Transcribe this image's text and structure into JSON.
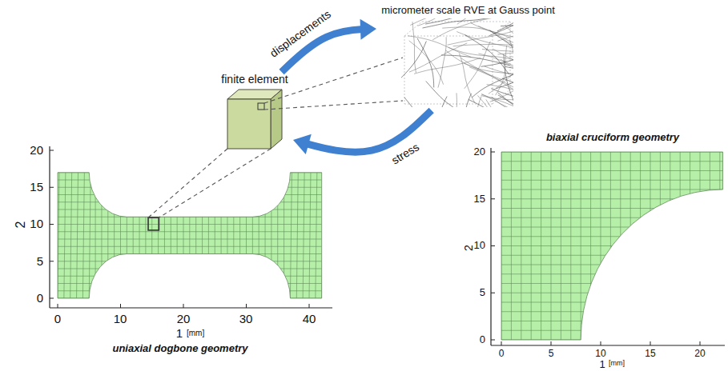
{
  "diagram": {
    "nodes": [
      {
        "text": [
          "finite element"
        ]
      },
      {
        "text": [
          "micrometer scale RVE at Gauss point"
        ]
      }
    ],
    "edges": [
      {
        "from": 0,
        "to": 1,
        "arrow": "to",
        "label": "displacements"
      },
      {
        "from": 1,
        "to": 0,
        "arrow": "to",
        "label": "stress"
      }
    ],
    "labels": [
      "20",
      "15",
      "10",
      "5",
      "0",
      "0",
      "10",
      "20",
      "30",
      "40",
      "2",
      "1",
      "[mm]",
      "uniaxial dogbone geometry",
      "biaxial cruciform geometry",
      "20",
      "15",
      "10",
      "5",
      "0",
      "0",
      "5",
      "10",
      "15",
      "20",
      "2",
      "1",
      "[mm]"
    ]
  }
}
